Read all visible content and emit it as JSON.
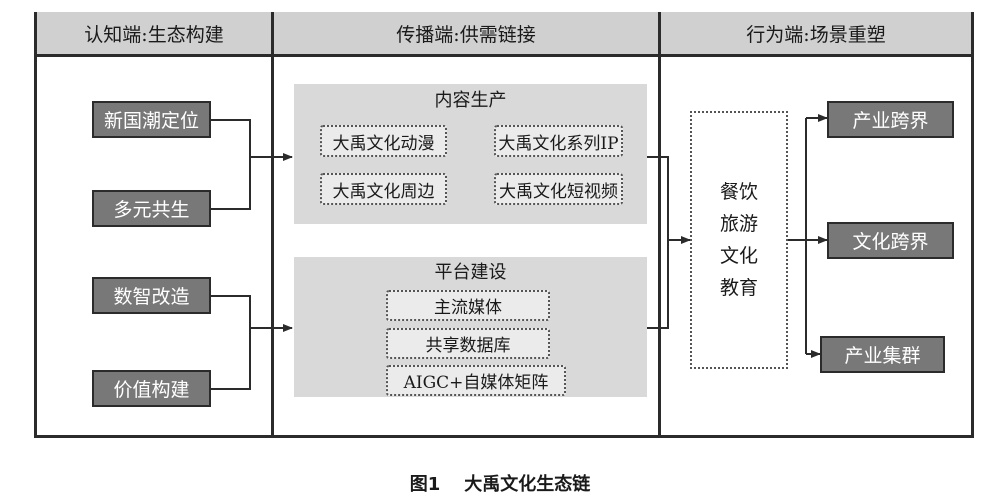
{
  "columns": [
    {
      "header": "认知端:生态构建"
    },
    {
      "header": "传播端:供需链接"
    },
    {
      "header": "行为端:场景重塑"
    }
  ],
  "left_boxes": [
    "新国潮定位",
    "多元共生",
    "数智改造",
    "价值构建"
  ],
  "content_production": {
    "title": "内容生产",
    "items": [
      "大禹文化动漫",
      "大禹文化系列IP",
      "大禹文化周边",
      "大禹文化短视频"
    ]
  },
  "platform_construction": {
    "title": "平台建设",
    "items": [
      "主流媒体",
      "共享数据库",
      "AIGC+自媒体矩阵"
    ]
  },
  "scenes": [
    "餐饮",
    "旅游",
    "文化",
    "教育"
  ],
  "right_boxes": [
    "产业跨界",
    "文化跨界",
    "产业集群"
  ],
  "caption": {
    "number": "图1",
    "title": "大禹文化生态链"
  }
}
